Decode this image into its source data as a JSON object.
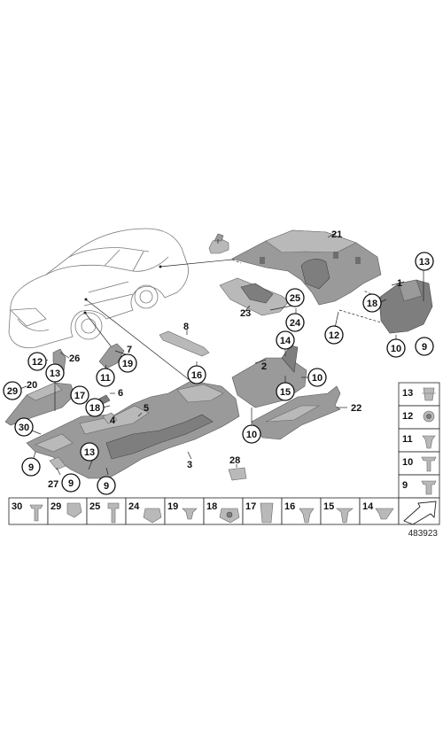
{
  "diagram": {
    "reference_number": "483923",
    "callouts": {
      "c1": "1",
      "c2": "2",
      "c3": "3",
      "c4": "4",
      "c5": "5",
      "c6": "6",
      "c7": "7",
      "c8": "8",
      "c9a": "9",
      "c9b": "9",
      "c9c": "9",
      "c9d": "9",
      "c10a": "10",
      "c10b": "10",
      "c10c": "10",
      "c11": "11",
      "c12a": "12",
      "c12b": "12",
      "c13a": "13",
      "c13b": "13",
      "c13c": "13",
      "c14": "14",
      "c15": "15",
      "c16": "16",
      "c17": "17",
      "c18a": "18",
      "c18b": "18",
      "c19": "19",
      "c20": "20",
      "c21": "21",
      "c22": "22",
      "c23": "23",
      "c24": "24",
      "c25": "25",
      "c26": "26",
      "c27": "27",
      "c28": "28",
      "c29": "29",
      "c30": "30"
    },
    "side_panel": [
      "13",
      "12",
      "11",
      "10",
      "9"
    ],
    "bottom_row": [
      "30",
      "29",
      "25",
      "24",
      "19",
      "18",
      "17",
      "16",
      "15",
      "14"
    ],
    "legend_icon": "arrow-icon"
  }
}
